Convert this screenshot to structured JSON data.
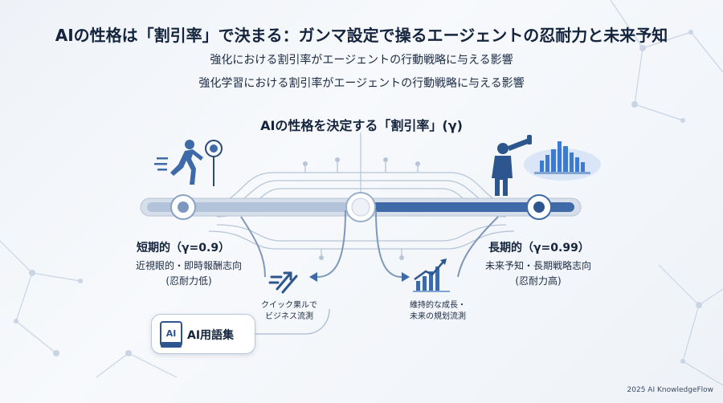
{
  "title": "AIの性格は「割引率」で決まる：ガンマ設定で操るエージェントの忍耐力と未来予知",
  "subtitle_1": "強化における割引率がエージェントの行動戦略に与える影響",
  "subtitle_2": "強化学習における割引率がエージェントの行動戦略に与える影響",
  "section_title": "AIの性格を決定する「割引率」(γ)",
  "short_term": {
    "heading": "短期的（γ=0.9）",
    "line1": "近視眼的・即時報酬志向",
    "line2": "(忍耐力低)",
    "outcome_line1": "クイック果ルで",
    "outcome_line2": "ビジネス流測"
  },
  "long_term": {
    "heading": "長期的（γ=0.99）",
    "line1": "未来予知・長期戦略志向",
    "line2": "(忍耐力高)",
    "outcome_line1": "維持的な成長・",
    "outcome_line2": "未来の規划流測"
  },
  "glossary": {
    "icon_text": "AI",
    "label": "AI用語集"
  },
  "footer": "2025 AI KnowledgeFlow",
  "colors": {
    "navy": "#14243d",
    "slider_blue": "#3f6aa8",
    "light_blue": "#7fa4d2",
    "circuit": "#aebfd4"
  },
  "icons": [
    "runner-icon",
    "target-icon",
    "telescope-person-icon",
    "city-skyline-icon",
    "dash-arrows-icon",
    "growth-chart-icon",
    "book-icon"
  ]
}
